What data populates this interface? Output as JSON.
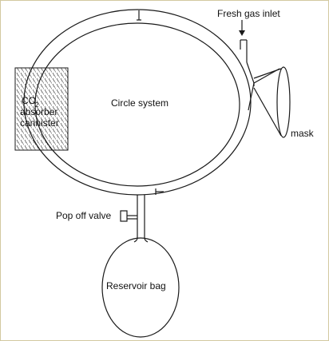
{
  "labels": {
    "fresh_gas_inlet": "Fresh gas inlet",
    "circle_system": "Circle system",
    "co2_main": "CO",
    "co2_sub": "2",
    "absorber": "absorber",
    "cannister": "cannister",
    "mask": "mask",
    "pop_off_valve": "Pop off valve",
    "reservoir_bag": "Reservoir bag"
  },
  "colors": {
    "line": "#1a1a1a",
    "border": "#d2c9a0",
    "background": "#ffffff"
  }
}
